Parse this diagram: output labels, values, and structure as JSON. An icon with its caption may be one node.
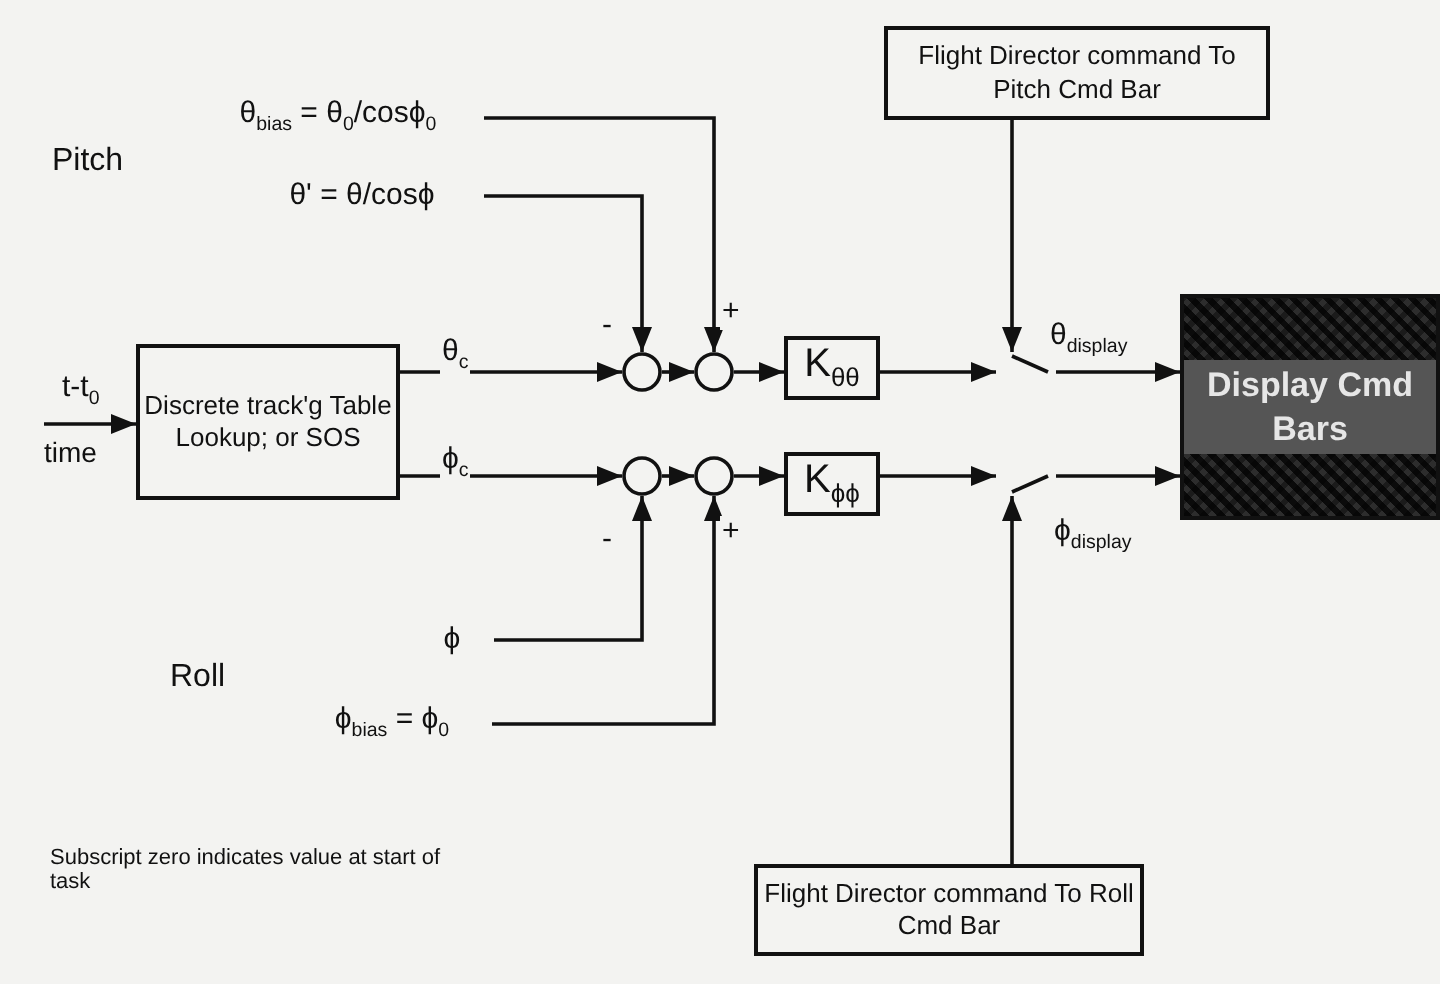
{
  "diagram": {
    "nodes": [
      {
        "text": [
          "Discrete track'g Table Lookup; or SOS"
        ]
      },
      {
        "text": [],
        "shape": "circle"
      },
      {
        "text": [],
        "shape": "circle"
      },
      {
        "text": [
          "K$_{θθ}$"
        ]
      },
      {
        "text": [],
        "shape": "switch"
      },
      {
        "text": [],
        "shape": "circle"
      },
      {
        "text": [],
        "shape": "circle"
      },
      {
        "text": [
          "K$_{ϕϕ}$"
        ]
      },
      {
        "text": [],
        "shape": "switch"
      },
      {
        "text": [
          "Display Cmd Bars"
        ]
      },
      {
        "text": [
          "Flight Director command To Pitch Cmd Bar"
        ]
      },
      {
        "text": [
          "Flight Director command To Roll Cmd Bar"
        ]
      },
      {
        "text": [
          "θ$_{bias}$ = θ$_{0}$/cosϕ$_{0}$"
        ]
      },
      {
        "text": [
          "θ' = θ/cosϕ"
        ]
      },
      {
        "text": [
          "ϕ"
        ]
      },
      {
        "text": [
          "ϕ$_{bias}$ = ϕ$_{0}$"
        ]
      }
    ],
    "edges": [
      {
        "from": null,
        "to": 0,
        "arrow": "to",
        "label": "t-t$_{0}$"
      },
      {
        "from": 0,
        "to": 1,
        "arrow": "to",
        "label": "θ$_{c}$"
      },
      {
        "from": 1,
        "to": 2,
        "arrow": "to"
      },
      {
        "from": 2,
        "to": 3,
        "arrow": "to"
      },
      {
        "from": 3,
        "to": 4,
        "arrow": "to"
      },
      {
        "from": 4,
        "to": 9,
        "arrow": "to",
        "label": "θ$_{display}$"
      },
      {
        "from": 13,
        "to": 1,
        "arrow": "to",
        "label": "-"
      },
      {
        "from": 12,
        "to": 2,
        "arrow": "to",
        "label": "+"
      },
      {
        "from": 10,
        "to": 4,
        "arrow": "to"
      },
      {
        "from": 0,
        "to": 5,
        "arrow": "to",
        "label": "ϕ$_{c}$"
      },
      {
        "from": 5,
        "to": 6,
        "arrow": "to"
      },
      {
        "from": 6,
        "to": 7,
        "arrow": "to"
      },
      {
        "from": 7,
        "to": 8,
        "arrow": "to"
      },
      {
        "from": 8,
        "to": 9,
        "arrow": "to",
        "label": "ϕ$_{display}$"
      },
      {
        "from": 14,
        "to": 5,
        "arrow": "to",
        "label": "-"
      },
      {
        "from": 15,
        "to": 6,
        "arrow": "to",
        "label": "+"
      },
      {
        "from": 11,
        "to": 8,
        "arrow": "to"
      }
    ],
    "labels": [
      "Pitch",
      "time",
      "Roll",
      "Subscript zero indicates value at start of task"
    ]
  }
}
